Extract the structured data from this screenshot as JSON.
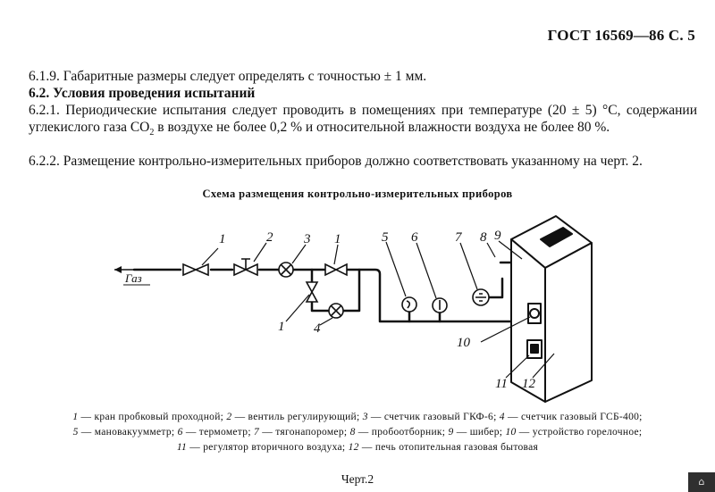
{
  "header": {
    "title": "ГОСТ 16569—86 С. 5"
  },
  "paragraphs": {
    "p1": "6.1.9. Габаритные размеры следует определять с точностью ± 1 мм.",
    "p2": "6.2. Условия проведения испытаний",
    "p3_a": "6.2.1. Периодические испытания следует проводить в помещениях при температуре (20 ± 5) °С, содержании углекислого газа СО",
    "p3_sub": "2",
    "p3_b": " в воздухе не более 0,2 % и относительной влажности воздуха не более 80 %.",
    "p4": "6.2.2. Размещение контрольно-измерительных приборов должно соответствовать указанному на черт. 2."
  },
  "scheme": {
    "title": "Схема размещения контрольно-измерительных приборов",
    "gas_label": "Газ",
    "labels": {
      "n1a": "1",
      "n2": "2",
      "n3": "3",
      "n1b": "1",
      "n5": "5",
      "n6": "6",
      "n7": "7",
      "n8": "8",
      "n9": "9",
      "n1c": "1",
      "n4": "4",
      "n10": "10",
      "n11": "11",
      "n12": "12"
    }
  },
  "legend": {
    "items": [
      {
        "num": "1",
        "text": " — кран пробковый проходной; "
      },
      {
        "num": "2",
        "text": " — вентиль регулирующий; "
      },
      {
        "num": "3",
        "text": " — счетчик газовый ГКФ-6; "
      },
      {
        "num": "4",
        "text": " — счетчик газовый ГСБ-400;"
      },
      {
        "num": "5",
        "text": " — мановакуумметр; "
      },
      {
        "num": "6",
        "text": " — термометр; "
      },
      {
        "num": "7",
        "text": " — тягонапоромер; "
      },
      {
        "num": "8",
        "text": " — пробоотборник; "
      },
      {
        "num": "9",
        "text": " — шибер; "
      },
      {
        "num": "10",
        "text": " — устройство горелочное;"
      },
      {
        "num": "11",
        "text": " — регулятор вторичного воздуха; "
      },
      {
        "num": "12",
        "text": " — печь отопительная газовая бытовая"
      }
    ]
  },
  "caption": "Черт.2",
  "badge": "⌂"
}
